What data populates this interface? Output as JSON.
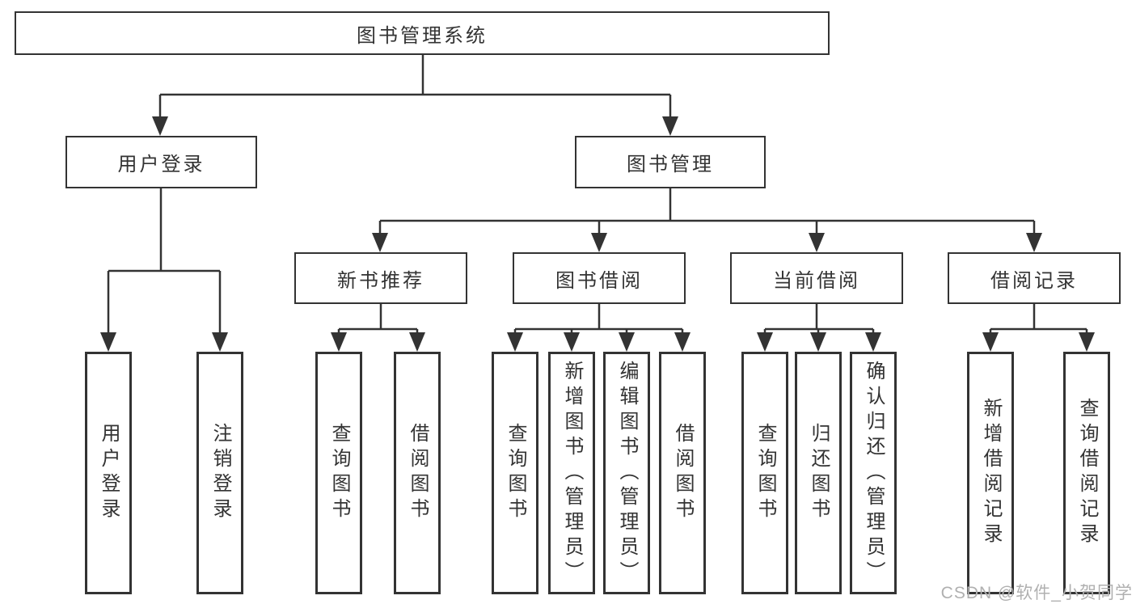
{
  "diagram": {
    "title": "图书管理系统",
    "tree": {
      "label": "图书管理系统",
      "children": [
        {
          "label": "用户登录",
          "children": [
            {
              "label": "用户登录"
            },
            {
              "label": "注销登录"
            }
          ]
        },
        {
          "label": "图书管理",
          "children": [
            {
              "label": "新书推荐",
              "children": [
                {
                  "label": "查询图书"
                },
                {
                  "label": "借阅图书"
                }
              ]
            },
            {
              "label": "图书借阅",
              "children": [
                {
                  "label": "查询图书"
                },
                {
                  "label": "新增图书（管理员）"
                },
                {
                  "label": "编辑图书（管理员）"
                },
                {
                  "label": "借阅图书"
                }
              ]
            },
            {
              "label": "当前借阅",
              "children": [
                {
                  "label": "查询图书"
                },
                {
                  "label": "归还图书"
                },
                {
                  "label": "确认归还（管理员）"
                }
              ]
            },
            {
              "label": "借阅记录",
              "children": [
                {
                  "label": "新增借阅记录"
                },
                {
                  "label": "查询借阅记录"
                }
              ]
            }
          ]
        }
      ]
    }
  },
  "watermark": {
    "text": "CSDN @软件_小贺同学",
    "color": "#b0b0b0"
  },
  "colors": {
    "line": "#333333",
    "text": "#333333",
    "background": "#ffffff"
  }
}
